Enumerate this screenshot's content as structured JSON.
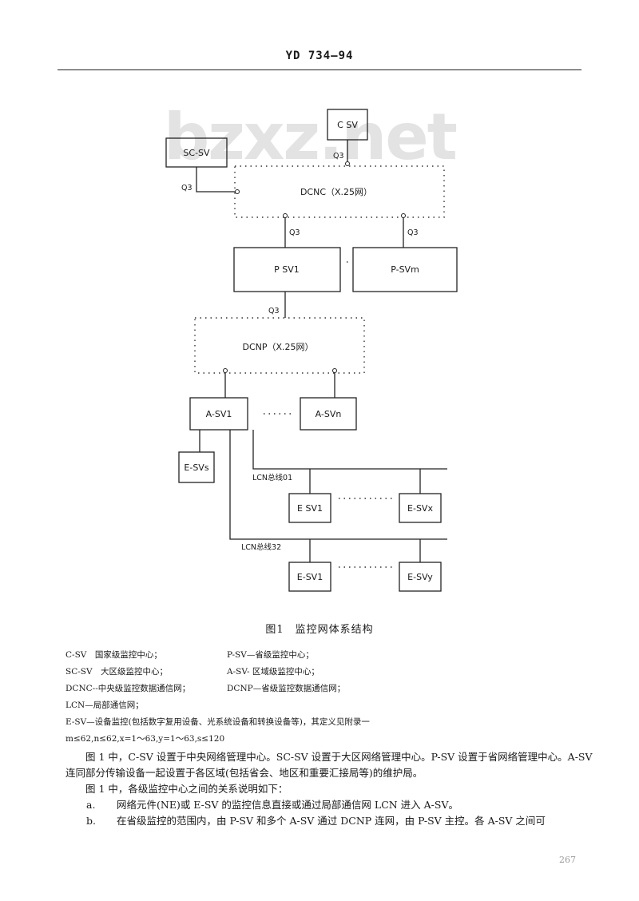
{
  "header": {
    "doc_id": "YD 734—94"
  },
  "watermark": "bzxz.net",
  "diagram": {
    "c_sv": "C SV",
    "sc_sv": "SC-SV",
    "dcnc": "DCNC（X.25网）",
    "dcnp": "DCNP（X.25网）",
    "q3": "Q3",
    "p_sv1": "P SV1",
    "p_svm": "P-SVm",
    "a_sv1": "A-SV1",
    "a_svn": "A-SVn",
    "e_svs": "E-SVs",
    "e_sv1": "E SV1",
    "e_svx": "E-SVx",
    "e_sv1b": "E-SV1",
    "e_svy": "E-SVy",
    "lcn01": "LCN总线01",
    "lcn32": "LCN总线32"
  },
  "caption": "图1　监控网体系结构",
  "legend": [
    {
      "left": "C-SV　国家级监控中心；",
      "right": "P-SV—省级监控中心；"
    },
    {
      "left": "SC-SV　大区级监控中心；",
      "right": "A-SV- 区域级监控中心；"
    },
    {
      "left": "DCNC--中央级监控数据通信网；",
      "right": "DCNP—省级监控数据通信网；"
    }
  ],
  "legend_lines": [
    "LCN—局部通信网；",
    "E-SV—设备监控(包括数字复用设备、光系统设备和转换设备等)，其定义见附录一",
    "m≤62,n≤62,x=1～63,y=1～63,s≤120"
  ],
  "paragraphs": [
    "图 1 中，C-SV 设置于中央网络管理中心。SC-SV 设置于大区网络管理中心。P-SV 设置于省网络管理中心。A-SV 连同部分传输设备一起设置于各区域(包括省会、地区和重要汇接局等)的维护局。",
    "图 1 中，各级监控中心之间的关系说明如下："
  ],
  "items": [
    {
      "marker": "a.",
      "text": "网络元件(NE)或 E-SV 的监控信息直接或通过局部通信网 LCN 进入 A-SV。"
    },
    {
      "marker": "b.",
      "text": "在省级监控的范围内，由 P-SV 和多个 A-SV 通过 DCNP 连网，由 P-SV 主控。各 A-SV 之间可"
    }
  ],
  "page_number": "267"
}
